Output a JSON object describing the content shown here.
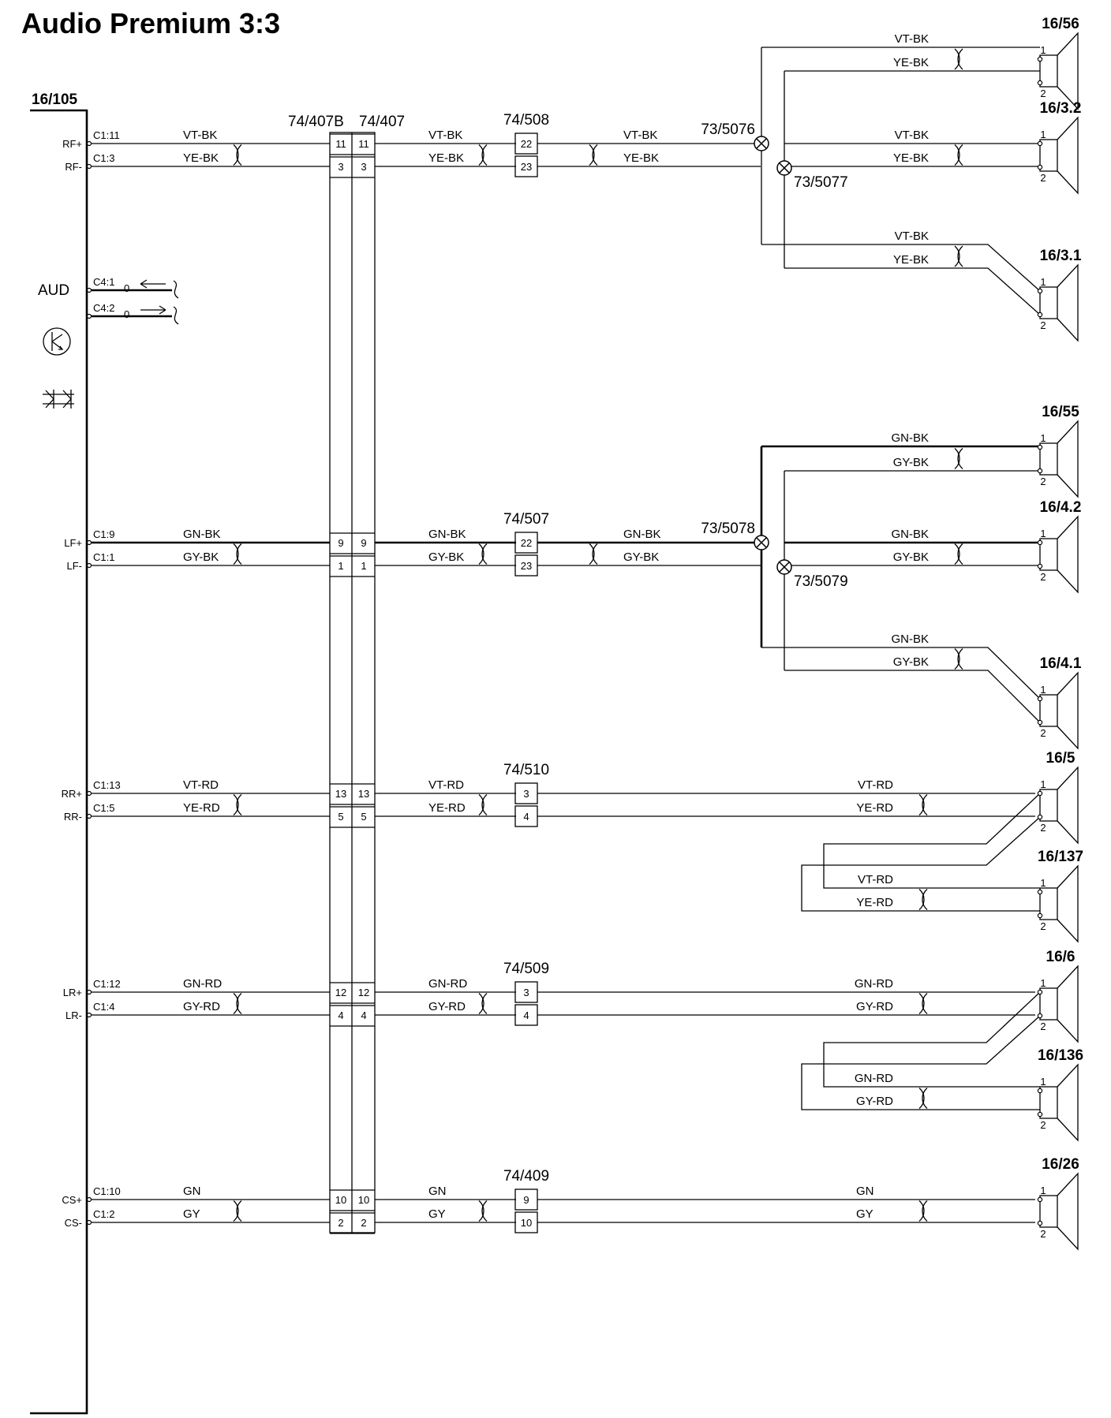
{
  "title": "Audio Premium 3:3",
  "module": {
    "ref": "16/105",
    "aud_label": "AUD",
    "pins": [
      {
        "name": "RF+",
        "conn": "C1:11",
        "wire": "VT-BK"
      },
      {
        "name": "RF-",
        "conn": "C1:3",
        "wire": "YE-BK"
      },
      {
        "name": "LF+",
        "conn": "C1:9",
        "wire": "GN-BK"
      },
      {
        "name": "LF-",
        "conn": "C1:1",
        "wire": "GY-BK"
      },
      {
        "name": "RR+",
        "conn": "C1:13",
        "wire": "VT-RD"
      },
      {
        "name": "RR-",
        "conn": "C1:5",
        "wire": "YE-RD"
      },
      {
        "name": "LR+",
        "conn": "C1:12",
        "wire": "GN-RD"
      },
      {
        "name": "LR-",
        "conn": "C1:4",
        "wire": "GY-RD"
      },
      {
        "name": "CS+",
        "conn": "C1:10",
        "wire": "GN"
      },
      {
        "name": "CS-",
        "conn": "C1:2",
        "wire": "GY"
      }
    ],
    "aud_pins": [
      {
        "conn": "C4:1",
        "zero": "0"
      },
      {
        "conn": "C4:2",
        "zero": "0"
      }
    ]
  },
  "connector_407": {
    "label_b": "74/407B",
    "label": "74/407",
    "cavities": [
      "11",
      "3",
      "9",
      "1",
      "13",
      "5",
      "12",
      "4",
      "10",
      "2"
    ]
  },
  "mid_connectors": [
    {
      "ref": "74/508",
      "pins": [
        "22",
        "23"
      ],
      "wires": [
        "VT-BK",
        "YE-BK"
      ]
    },
    {
      "ref": "74/507",
      "pins": [
        "22",
        "23"
      ],
      "wires": [
        "GN-BK",
        "GY-BK"
      ]
    },
    {
      "ref": "74/510",
      "pins": [
        "3",
        "4"
      ],
      "wires": [
        "VT-RD",
        "YE-RD"
      ]
    },
    {
      "ref": "74/509",
      "pins": [
        "3",
        "4"
      ],
      "wires": [
        "GN-RD",
        "GY-RD"
      ]
    },
    {
      "ref": "74/409",
      "pins": [
        "9",
        "10"
      ],
      "wires": [
        "GN",
        "GY"
      ]
    }
  ],
  "after_wires": [
    [
      "VT-BK",
      "YE-BK"
    ],
    [
      "GN-BK",
      "GY-BK"
    ]
  ],
  "splices": [
    "73/5076",
    "73/5077",
    "73/5078",
    "73/5079"
  ],
  "speakers": [
    {
      "ref": "16/56",
      "pin1": "1",
      "pin2": "2",
      "wires": [
        "VT-BK",
        "YE-BK"
      ]
    },
    {
      "ref": "16/3.2",
      "pin1": "1",
      "pin2": "2",
      "wires": [
        "VT-BK",
        "YE-BK"
      ]
    },
    {
      "ref": "16/3.1",
      "pin1": "1",
      "pin2": "2",
      "wires": [
        "VT-BK",
        "YE-BK"
      ]
    },
    {
      "ref": "16/55",
      "pin1": "1",
      "pin2": "2",
      "wires": [
        "GN-BK",
        "GY-BK"
      ]
    },
    {
      "ref": "16/4.2",
      "pin1": "1",
      "pin2": "2",
      "wires": [
        "GN-BK",
        "GY-BK"
      ]
    },
    {
      "ref": "16/4.1",
      "pin1": "1",
      "pin2": "2",
      "wires": [
        "GN-BK",
        "GY-BK"
      ]
    },
    {
      "ref": "16/5",
      "pin1": "1",
      "pin2": "2",
      "wires": [
        "VT-RD",
        "YE-RD"
      ]
    },
    {
      "ref": "16/137",
      "pin1": "1",
      "pin2": "2",
      "wires": [
        "VT-RD",
        "YE-RD"
      ]
    },
    {
      "ref": "16/6",
      "pin1": "1",
      "pin2": "2",
      "wires": [
        "GN-RD",
        "GY-RD"
      ]
    },
    {
      "ref": "16/136",
      "pin1": "1",
      "pin2": "2",
      "wires": [
        "GN-RD",
        "GY-RD"
      ]
    },
    {
      "ref": "16/26",
      "pin1": "1",
      "pin2": "2",
      "wires": [
        "GN",
        "GY"
      ]
    }
  ]
}
